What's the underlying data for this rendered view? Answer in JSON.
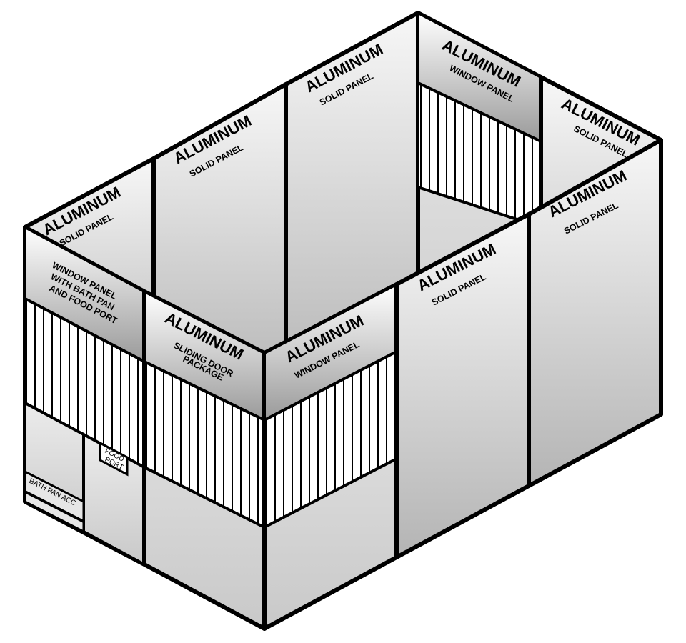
{
  "back_left_wall": {
    "panels": [
      {
        "title": "ALUMINUM",
        "subtitle": "SOLID PANEL"
      },
      {
        "title": "ALUMINUM",
        "subtitle": "SOLID PANEL"
      },
      {
        "title": "ALUMINUM",
        "subtitle": "SOLID PANEL"
      }
    ]
  },
  "back_right_wall": {
    "panels": [
      {
        "title": "ALUMINUM",
        "subtitle": "WINDOW PANEL"
      },
      {
        "title": "ALUMINUM",
        "subtitle": "SOLID PANEL"
      }
    ]
  },
  "front_left_wall": {
    "window_bath_panel": {
      "line1": "WINDOW PANEL",
      "line2": "WITH BATH PAN",
      "line3": "AND FOOD PORT"
    },
    "sliding_door_panel": {
      "title": "ALUMINUM",
      "line1": "SLIDING DOOR",
      "line2": "PACKAGE"
    },
    "food_port_label": {
      "line1": "FOOD",
      "line2": "PORT"
    },
    "bath_pan_label": "BATH PAN ACC"
  },
  "front_right_wall": {
    "panels": [
      {
        "title": "ALUMINUM",
        "subtitle": "WINDOW PANEL"
      },
      {
        "title": "ALUMINUM",
        "subtitle": "SOLID PANEL"
      },
      {
        "title": "ALUMINUM",
        "subtitle": "SOLID PANEL"
      }
    ]
  },
  "colors": {
    "line": "#000000",
    "panel_light": "#f4f4f4",
    "panel_dark": "#b8b8b8",
    "background": "#ffffff"
  }
}
